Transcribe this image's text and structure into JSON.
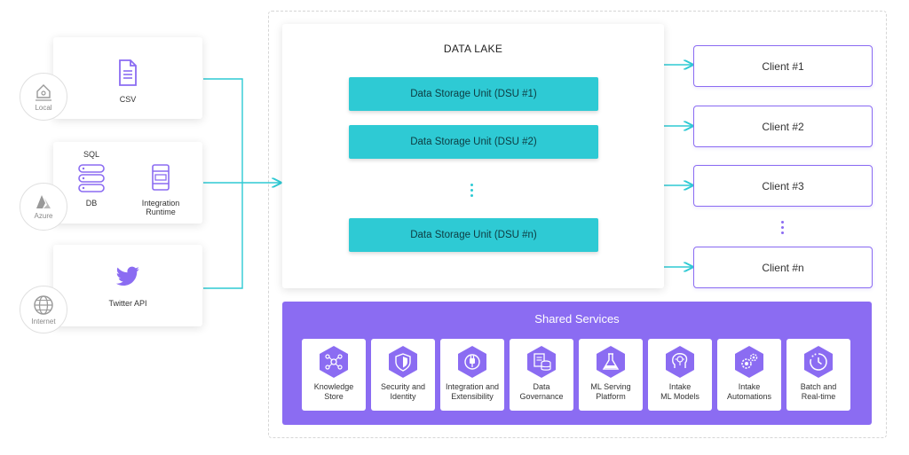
{
  "sources": [
    {
      "label": "CSV",
      "location": "Local",
      "icon": "csv-file-icon"
    },
    {
      "sql_label": "SQL",
      "db_label": "DB",
      "runtime_label": "Integration\nRuntime",
      "location": "Azure",
      "icon": "database-icon"
    },
    {
      "label": "Twitter API",
      "location": "Internet",
      "icon": "twitter-icon"
    }
  ],
  "data_lake": {
    "title": "DATA LAKE",
    "units": [
      "Data Storage Unit (DSU #1)",
      "Data Storage Unit (DSU #2)",
      "Data Storage Unit (DSU #n)"
    ]
  },
  "clients": [
    "Client #1",
    "Client #2",
    "Client #3",
    "Client #n"
  ],
  "shared_services": {
    "title": "Shared Services",
    "items": [
      {
        "label": "Knowledge\nStore",
        "icon": "knowledge-store-icon"
      },
      {
        "label": "Security and\nIdentity",
        "icon": "shield-icon"
      },
      {
        "label": "Integration and\nExtensibility",
        "icon": "plug-icon"
      },
      {
        "label": "Data\nGovernance",
        "icon": "data-governance-icon"
      },
      {
        "label": "ML Serving\nPlatform",
        "icon": "flask-icon"
      },
      {
        "label": "Intake\nML Models",
        "icon": "brain-icon"
      },
      {
        "label": "Intake\nAutomations",
        "icon": "gears-icon"
      },
      {
        "label": "Batch and\nReal-time",
        "icon": "clock-icon"
      }
    ]
  },
  "colors": {
    "teal": "#2ecad4",
    "purple": "#8b6cf2",
    "line": "#2ecad4"
  }
}
